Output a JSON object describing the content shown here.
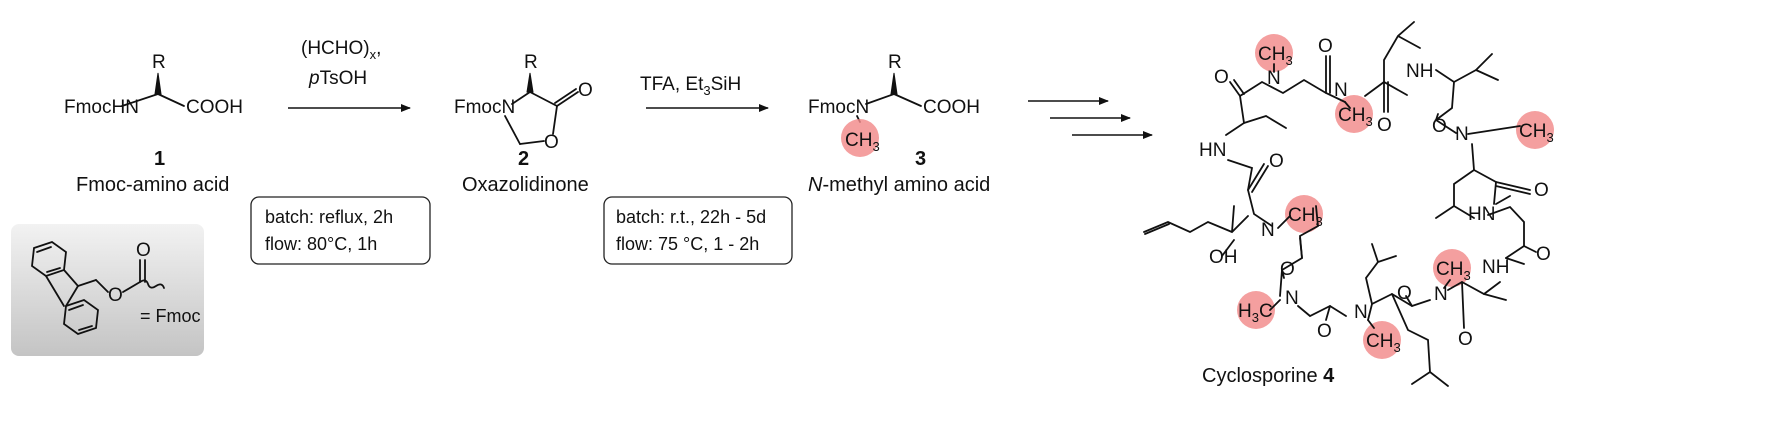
{
  "compound1": {
    "number": "1",
    "name": "Fmoc-amino acid",
    "r": "R",
    "left_group": "FmocHN",
    "right_group": "COOH"
  },
  "compound2": {
    "number": "2",
    "name": "Oxazolidinone",
    "r": "R",
    "n_label": "FmocN",
    "o_ring": "O",
    "o_carbonyl": "O"
  },
  "compound3": {
    "number": "3",
    "name_prefix": "N",
    "name_rest": "-methyl amino acid",
    "r": "R",
    "left_group": "FmocN",
    "right_group": "COOH",
    "methyl": "CH",
    "methyl_sub": "3"
  },
  "step1": {
    "reagent_line1_main": "(HCHO)",
    "reagent_line1_sub": "x",
    "reagent_line1_end": ",",
    "reagent_line2_italic": "p",
    "reagent_line2_rest": "TsOH",
    "batch": "batch:  reflux, 2h",
    "flow": "flow:    80°C, 1h"
  },
  "step2": {
    "reagent_main": "TFA, Et",
    "reagent_sub": "3",
    "reagent_end": "SiH",
    "batch": "batch:  r.t., 22h - 5d",
    "flow": "flow:    75 °C, 1 - 2h"
  },
  "fmoc_legend": {
    "o_carbonyl": "O",
    "o_ester": "O",
    "label": "= Fmoc"
  },
  "cyclosporine": {
    "name": "Cyclosporine ",
    "number": "4",
    "ch3": "CH",
    "h3c": "H",
    "h3c_end": "C",
    "sub3": "3",
    "o": "O",
    "hn": "HN",
    "nh": "NH",
    "n": "N",
    "oh": "OH"
  },
  "colors": {
    "highlight": "#f28a8a",
    "legend_box_top": "#f2f2f2",
    "legend_box_bottom": "#c4c4c4"
  }
}
